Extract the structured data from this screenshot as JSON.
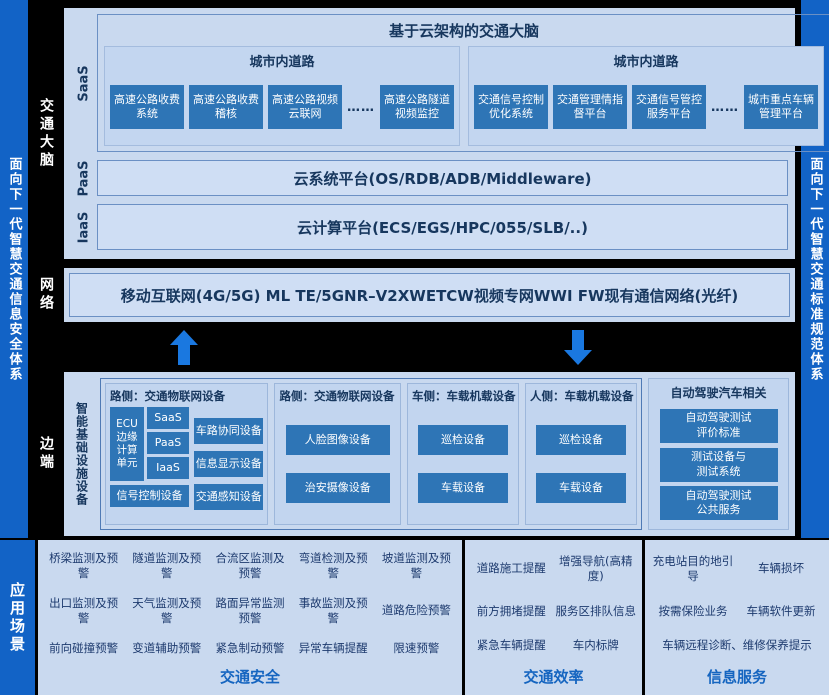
{
  "colors": {
    "accent_blue": "#1263c6",
    "box_blue": "#2e75b6",
    "panel_light": "#c9d9ef",
    "arrow_blue": "#1a78e0",
    "dark_text": "#17375e"
  },
  "left_sidebar": {
    "text": "面向下一代智慧交通信息安全体系"
  },
  "right_sidebar": {
    "text": "面向下一代智慧交通标准规范体系"
  },
  "traffic_brain": {
    "section_label": "交通大脑",
    "saas": {
      "layer_label": "SaaS",
      "title": "基于云架构的交通大脑",
      "groups": [
        {
          "title": "城市内道路",
          "items": [
            "高速公路收费系统",
            "高速公路收费稽核",
            "高速公路视频云联网",
            "高速公路隧道视频监控"
          ],
          "ellipsis": "……"
        },
        {
          "title": "城市内道路",
          "items": [
            "交通信号控制优化系统",
            "交通管理情指督平台",
            "交通信号管控服务平台",
            "城市重点车辆管理平台"
          ],
          "ellipsis": "……"
        }
      ]
    },
    "paas": {
      "layer_label": "PaaS",
      "text": "云系统平台(OS/RDB/ADB/Middleware)"
    },
    "iaas": {
      "layer_label": "IaaS",
      "text": "云计算平台(ECS/EGS/HPC/055/SLB/..)"
    }
  },
  "network": {
    "section_label": "网络",
    "text": "移动互联网(4G/5G) ML TE/5GNR–V2XWETCW视频专网WWI FW现有通信网络(光纤)"
  },
  "edge": {
    "section_label": "边端",
    "infrastructure_label": "智能基础设施设备",
    "roadside_iot_1": {
      "title": "路侧：交通物联网设备",
      "ecu": "ECU\n边缘\n计算\n单元",
      "stack": [
        "SaaS",
        "PaaS",
        "IaaS"
      ],
      "signal_device": "信号控制设备",
      "right_items": [
        "车路协同设备",
        "信息显示设备",
        "交通感知设备"
      ]
    },
    "roadside_iot_2": {
      "title": "路侧：交通物联网设备",
      "items": [
        "人脸图像设备",
        "治安摄像设备"
      ]
    },
    "vehicle_side": {
      "title": "车侧：车载机载设备",
      "items": [
        "巡检设备",
        "车载设备"
      ]
    },
    "person_side": {
      "title": "人侧：车载机载设备",
      "items": [
        "巡检设备",
        "车载设备"
      ]
    },
    "autonomous": {
      "title": "自动驾驶汽车相关",
      "items": [
        "自动驾驶测试\n评价标准",
        "测试设备与\n测试系统",
        "自动驾驶测试\n公共服务"
      ]
    }
  },
  "applications": {
    "section_label": "应用场景",
    "traffic_safety": {
      "title": "交通安全",
      "items": [
        "桥梁监测及预警",
        "隧道监测及预警",
        "合流区监测及预警",
        "弯道检测及预警",
        "坡道监测及预警",
        "出口监测及预警",
        "天气监测及预警",
        "路面异常监测预警",
        "事故监测及预警",
        "道路危险预警",
        "前向碰撞预警",
        "变道辅助预警",
        "紧急制动预警",
        "异常车辆提醒",
        "限速预警"
      ]
    },
    "traffic_efficiency": {
      "title": "交通效率",
      "items": [
        "道路施工提醒",
        "增强导航(高精度)",
        "前方拥堵提醒",
        "服务区排队信息",
        "紧急车辆提醒",
        "车内标牌"
      ]
    },
    "info_services": {
      "title": "信息服务",
      "items": [
        "充电站目的地引导",
        "车辆损坏",
        "按需保险业务",
        "车辆软件更新",
        "车辆远程诊断、维修保养提示"
      ]
    }
  }
}
